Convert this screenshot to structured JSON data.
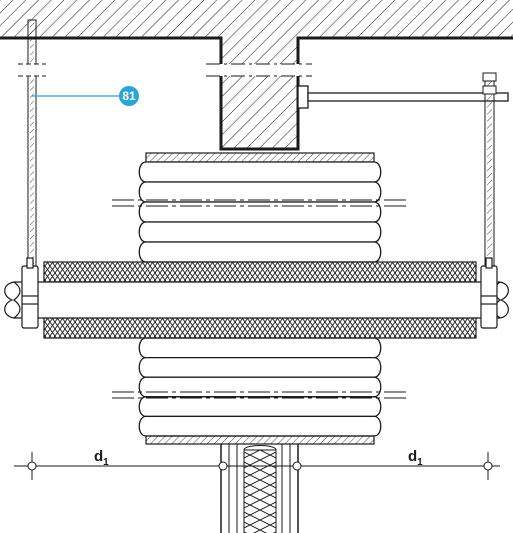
{
  "callout": {
    "number": "81",
    "color": "#2ba3db"
  },
  "dimensions": {
    "symbol": "d",
    "subscript": "1"
  },
  "colors": {
    "line": "#1a1a1a",
    "background": "#ffffff",
    "insulation_fill": "#f2f2f2"
  }
}
